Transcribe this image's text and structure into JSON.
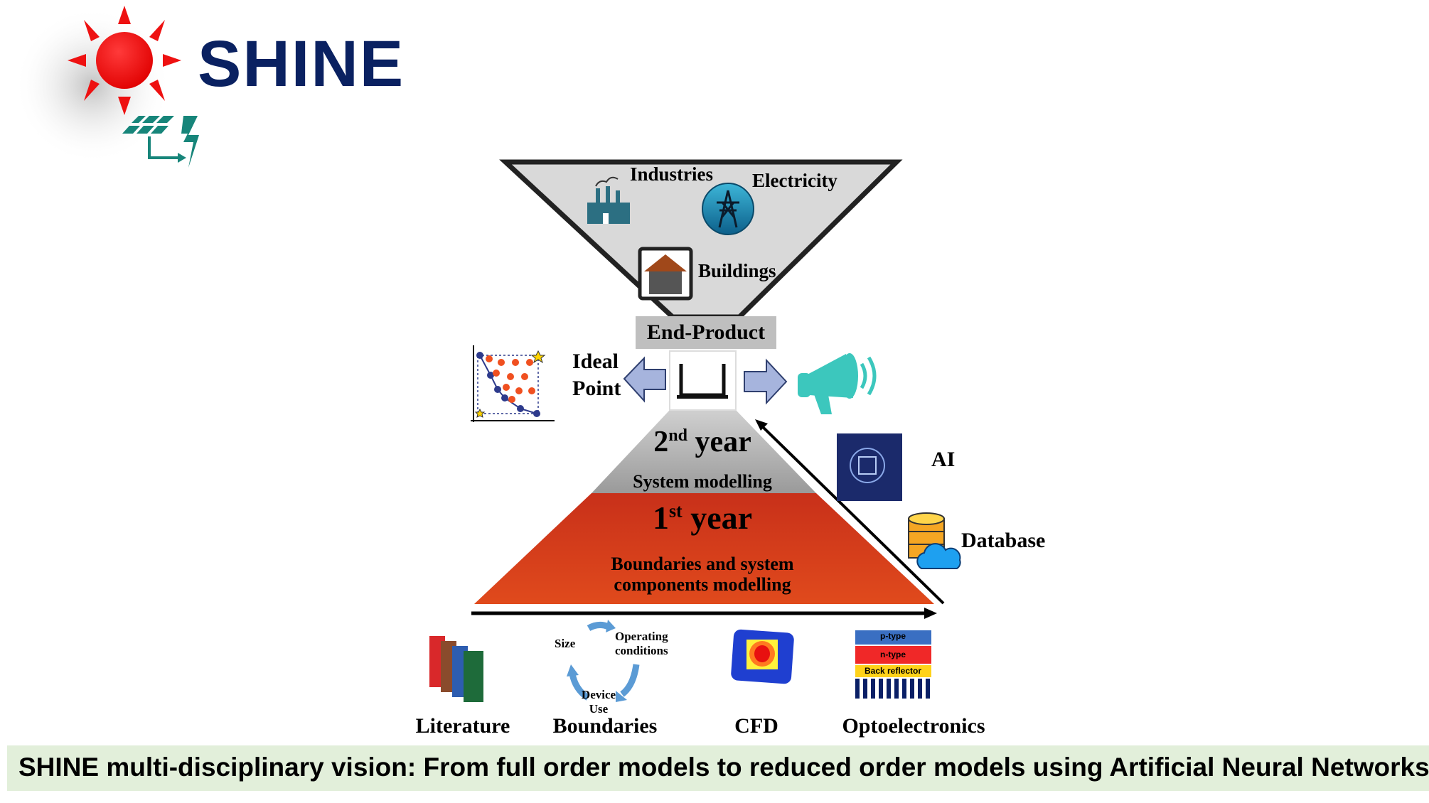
{
  "logo": {
    "text": "SHINE"
  },
  "funnel": {
    "items": [
      "Industries",
      "Electricity",
      "Buildings"
    ],
    "end_product_label": "End-Product"
  },
  "middle": {
    "ideal_point_line1": "Ideal",
    "ideal_point_line2": "Point"
  },
  "pyramid": {
    "second_year": {
      "number": "2",
      "suffix": "nd",
      "word": "year",
      "subtitle": "System modelling"
    },
    "first_year": {
      "number": "1",
      "suffix": "st",
      "word": "year",
      "subtitle_line1": "Boundaries and system",
      "subtitle_line2": "components modelling"
    }
  },
  "side": {
    "ai_label": "AI",
    "database_label": "Database"
  },
  "bottom": {
    "items": [
      "Literature",
      "Boundaries",
      "CFD",
      "Optoelectronics"
    ],
    "cycle": {
      "size": "Size",
      "operating1": "Operating",
      "operating2": "conditions",
      "device1": "Device",
      "device2": "Use"
    },
    "opto_layers": [
      "p-type",
      "n-type",
      "Back reflector"
    ]
  },
  "banner": {
    "text": "SHINE multi-disciplinary vision: From full order models to reduced order models using Artificial Neural Networks"
  },
  "colors": {
    "navy": "#0a2161",
    "red": "#cc3311",
    "teal": "#17857a",
    "banner_bg": "#e2efda"
  }
}
